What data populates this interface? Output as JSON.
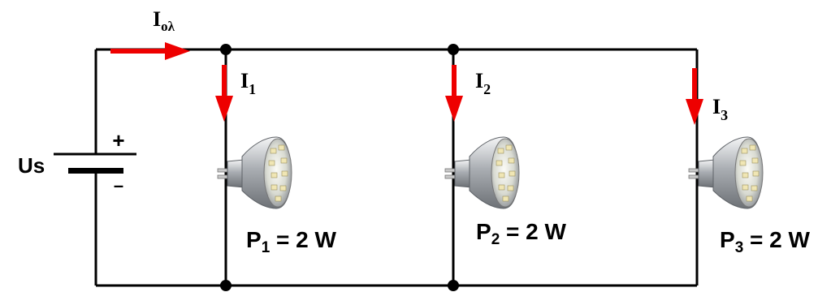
{
  "source": {
    "label": "Us",
    "plus": "+",
    "minus": "–"
  },
  "total_current": {
    "letter": "I",
    "subscript": "ολ"
  },
  "branches": [
    {
      "current_letter": "I",
      "current_sub": "1",
      "power_letter": "P",
      "power_sub": "1",
      "power_value": " = 2 W"
    },
    {
      "current_letter": "I",
      "current_sub": "2",
      "power_letter": "P",
      "power_sub": "2",
      "power_value": " = 2 W"
    },
    {
      "current_letter": "I",
      "current_sub": "3",
      "power_letter": "P",
      "power_sub": "3",
      "power_value": " = 2 W"
    }
  ],
  "colors": {
    "wire": "#000000",
    "arrow": "#ee0000",
    "bulb_body": "#b8bcc0"
  },
  "icons": {
    "lamp": "led-spot-bulb-icon",
    "battery": "battery-icon"
  }
}
